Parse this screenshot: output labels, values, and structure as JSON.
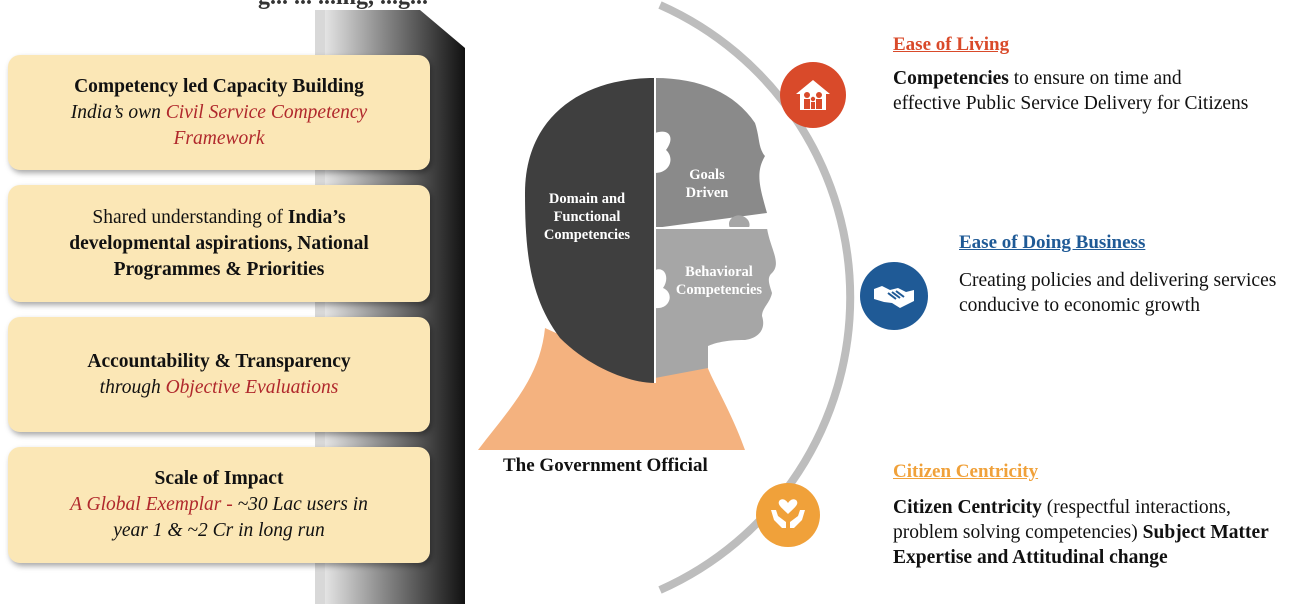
{
  "top_title_fragment": "g... ... ...ing, ...g...",
  "left_cards": [
    {
      "bold": "Competency led Capacity Building",
      "line2_plain": "India’s own ",
      "line2_red": "Civil Service Competency",
      "line3_red": "Framework"
    },
    {
      "line1_plain": "Shared understanding of ",
      "line1_bold": "India’s",
      "line2_bold": "developmental aspirations, National",
      "line3_bold": "Programmes & Priorities"
    },
    {
      "bold": "Accountability & Transparency",
      "line2_plain": "through ",
      "line2_red": "Objective Evaluations"
    },
    {
      "bold": "Scale of Impact",
      "line2_red": "A Global Exemplar - ",
      "line2_plain": "~30 Lac users in",
      "line3_plain": "year 1 & ~2 Cr in long run"
    }
  ],
  "head": {
    "domain": "Domain and Functional Competencies",
    "goals": "Goals Driven",
    "behavioral": "Behavioral Competencies",
    "caption": "The Government Official"
  },
  "right": [
    {
      "title": "Ease of Living",
      "title_color": "#d94a2a",
      "icon": "family-house-icon",
      "icon_color": "#d94a2a",
      "text_bold": "Competencies",
      "text": " to ensure on time and effective Public Service Delivery for Citizens"
    },
    {
      "title": "Ease of Doing Business",
      "title_color": "#1f5a96",
      "icon": "handshake-icon",
      "icon_color": "#1f5a96",
      "text": "Creating policies and delivering services conducive to economic growth"
    },
    {
      "title": "Citizen Centricity",
      "title_color": "#f0a13a",
      "icon": "heart-hands-icon",
      "icon_color": "#f0a13a",
      "text_bold": "Citizen Centricity",
      "text": " (respectful interactions, problem solving competencies) ",
      "text_bold2": "Subject Matter Expertise and Attitudinal change"
    }
  ]
}
